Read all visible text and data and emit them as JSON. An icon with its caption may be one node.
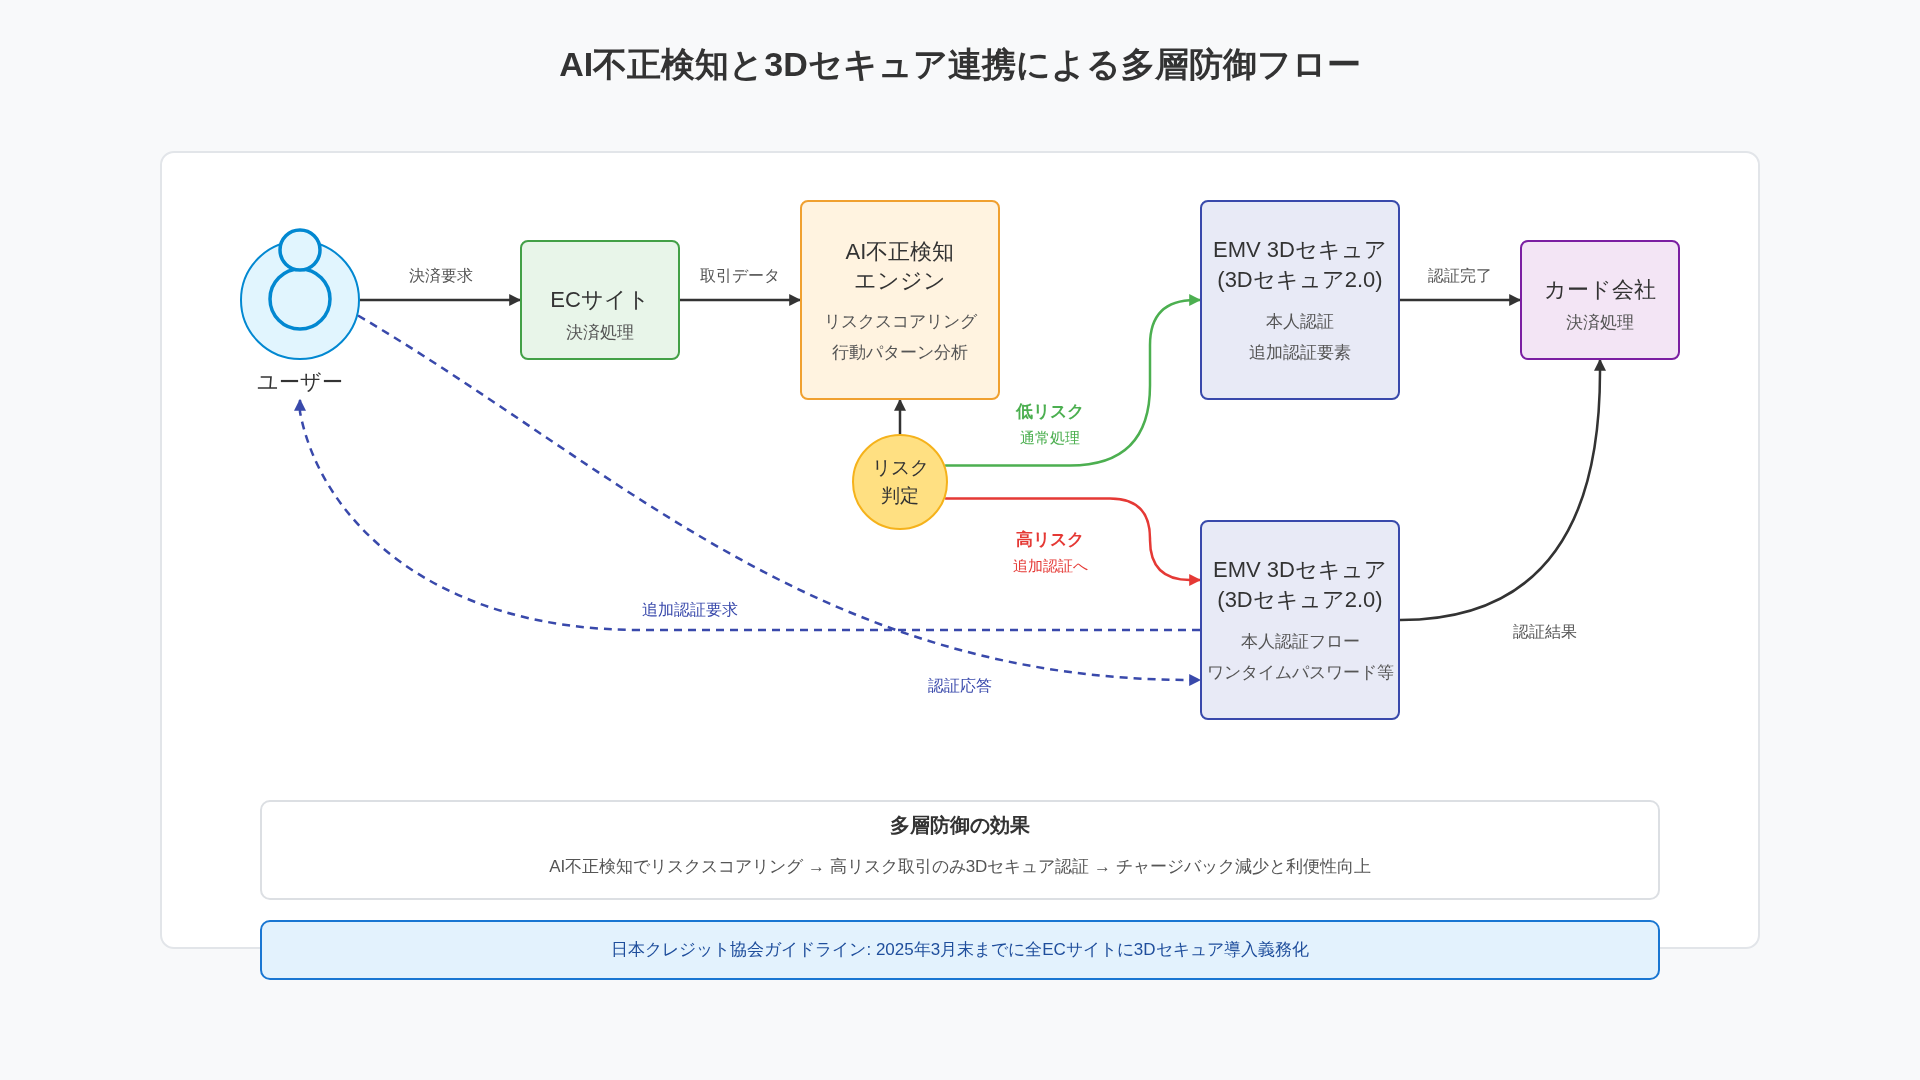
{
  "diagram": {
    "title": "AI不正検知と3Dセキュア連携による多層防御フロー",
    "nodes": [
      {
        "text": [
          "ユーザー"
        ]
      },
      {
        "text": [
          "ECサイト",
          "決済処理"
        ]
      },
      {
        "text": [
          "AI不正検知エンジン",
          "リスクスコアリング",
          "行動パターン分析"
        ]
      },
      {
        "text": [
          "リスク判定"
        ]
      },
      {
        "text": [
          "EMV 3Dセキュア(3Dセキュア2.0)",
          "本人認証",
          "追加認証要素"
        ]
      },
      {
        "text": [
          "カード会社",
          "決済処理"
        ]
      },
      {
        "text": [
          "EMV 3Dセキュア(3Dセキュア2.0)",
          "本人認証フロー",
          "ワンタイムパスワード等"
        ]
      },
      {
        "text": [
          "多層防御の効果",
          "AI不正検知でリスクスコアリング → 高リスク取引のみ3Dセキュア認証 → チャージバック減少と利便性向上"
        ]
      },
      {
        "text": [
          "日本クレジット協会ガイドライン: 2025年3月末までに全ECサイトに3Dセキュア導入義務化"
        ]
      }
    ],
    "edges": [
      {
        "from": 0,
        "to": 1,
        "arrow": "to",
        "label": "決済要求"
      },
      {
        "from": 1,
        "to": 2,
        "arrow": "to",
        "label": "取引データ"
      },
      {
        "from": 3,
        "to": 2,
        "arrow": "to"
      },
      {
        "from": 3,
        "to": 4,
        "arrow": "to",
        "label": "低リスク",
        "color": "#4caf50"
      },
      {
        "from": 3,
        "to": 6,
        "arrow": "to",
        "label": "高リスク",
        "color": "#e53935"
      },
      {
        "from": 4,
        "to": 5,
        "arrow": "to",
        "label": "認証完了"
      },
      {
        "from": 6,
        "to": 5,
        "arrow": "to",
        "label": "認証結果"
      },
      {
        "from": 6,
        "to": 0,
        "arrow": "to",
        "label": "追加認証要求",
        "style": "dashed",
        "color": "#3949ab"
      },
      {
        "from": 0,
        "to": 6,
        "arrow": "to",
        "label": "認証応答",
        "style": "dashed",
        "color": "#3949ab"
      }
    ],
    "labels": [
      "通常処理",
      "追加認証へ"
    ]
  }
}
